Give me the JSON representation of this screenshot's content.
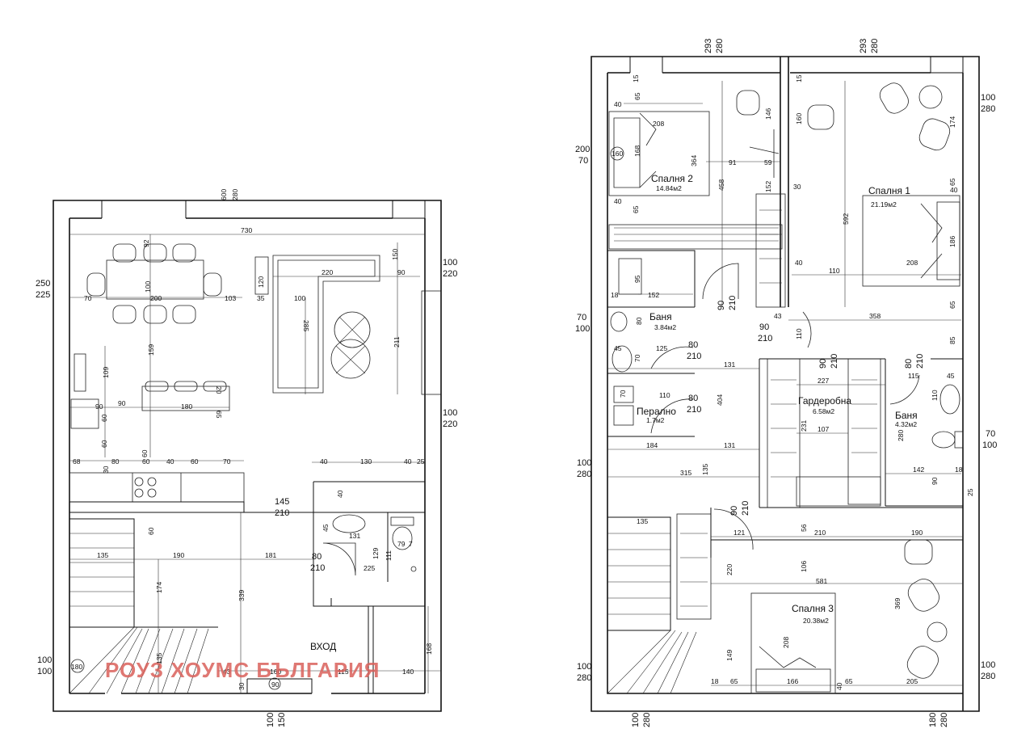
{
  "watermark": "РОУЗ ХОУМС БЪЛГАРИЯ",
  "left_plan": {
    "entrance_label": "ВХОД",
    "window_labels": [
      {
        "id": "top",
        "a": "600",
        "b": "280"
      },
      {
        "id": "left-top",
        "a": "250",
        "b": "225"
      },
      {
        "id": "right-1",
        "a": "100",
        "b": "220"
      },
      {
        "id": "right-2",
        "a": "100",
        "b": "220"
      },
      {
        "id": "left-bottom",
        "a": "100",
        "b": "100"
      },
      {
        "id": "bottom",
        "a": "100",
        "b": "150"
      },
      {
        "id": "door-145",
        "a": "145",
        "b": "210"
      },
      {
        "id": "door-80",
        "a": "80",
        "b": "210"
      }
    ],
    "dims": [
      "730",
      "92",
      "150",
      "220",
      "90",
      "100",
      "200",
      "103",
      "70",
      "120",
      "35",
      "100",
      "285",
      "211",
      "159",
      "109",
      "60",
      "90",
      "180",
      "65",
      "20",
      "60",
      "60",
      "68",
      "80",
      "60",
      "40",
      "60",
      "70",
      "30",
      "40",
      "130",
      "40",
      "25",
      "40",
      "45",
      "131",
      "60",
      "79",
      "7",
      "129",
      "111",
      "225",
      "135",
      "190",
      "181",
      "174",
      "339",
      "30",
      "135",
      "43",
      "160",
      "90",
      "115",
      "140",
      "168",
      "180",
      "90"
    ]
  },
  "right_plan": {
    "rooms": [
      {
        "id": "bedroom2",
        "name": "Спалня 2",
        "area": "14.84м2"
      },
      {
        "id": "bedroom1",
        "name": "Спалня 1",
        "area": "21.19м2"
      },
      {
        "id": "bath1",
        "name": "Баня",
        "area": "3.84м2"
      },
      {
        "id": "laundry",
        "name": "Перално",
        "area": "1.7м2"
      },
      {
        "id": "wardrobe",
        "name": "Гардеробна",
        "area": "6.58м2"
      },
      {
        "id": "bath2",
        "name": "Баня",
        "area": "4.32м2"
      },
      {
        "id": "bedroom3",
        "name": "Спалня 3",
        "area": "20.38м2"
      }
    ],
    "window_labels": [
      {
        "id": "top-1",
        "a": "293",
        "b": "280"
      },
      {
        "id": "top-2",
        "a": "293",
        "b": "280"
      },
      {
        "id": "right-1",
        "a": "100",
        "b": "280"
      },
      {
        "id": "left-1",
        "a": "200",
        "b": "70"
      },
      {
        "id": "left-2",
        "a": "70",
        "b": "100"
      },
      {
        "id": "right-2",
        "a": "70",
        "b": "100"
      },
      {
        "id": "left-3",
        "a": "100",
        "b": "280"
      },
      {
        "id": "left-4",
        "a": "100",
        "b": "280"
      },
      {
        "id": "right-3",
        "a": "100",
        "b": "280"
      },
      {
        "id": "bottom-1",
        "a": "100",
        "b": "280"
      },
      {
        "id": "bottom-2",
        "a": "180",
        "b": "280"
      }
    ],
    "door_labels": [
      {
        "id": "d1",
        "a": "90",
        "b": "210"
      },
      {
        "id": "d2",
        "a": "90",
        "b": "210"
      },
      {
        "id": "d3",
        "a": "80",
        "b": "210"
      },
      {
        "id": "d4",
        "a": "90",
        "b": "210"
      },
      {
        "id": "d5",
        "a": "80",
        "b": "210"
      },
      {
        "id": "d6",
        "a": "80",
        "b": "210"
      },
      {
        "id": "d7",
        "a": "90",
        "b": "210"
      }
    ],
    "dims": [
      "15",
      "40",
      "65",
      "208",
      "168",
      "160",
      "364",
      "458",
      "91",
      "59",
      "146",
      "152",
      "40",
      "65",
      "15",
      "160",
      "174",
      "30",
      "592",
      "65",
      "40",
      "186",
      "208",
      "40",
      "110",
      "152",
      "95",
      "18",
      "80",
      "358",
      "43",
      "110",
      "65",
      "85",
      "45",
      "70",
      "125",
      "131",
      "227",
      "115",
      "45",
      "110",
      "70",
      "110",
      "404",
      "231",
      "107",
      "280",
      "184",
      "131",
      "315",
      "142",
      "18",
      "90",
      "135",
      "25",
      "135",
      "56",
      "121",
      "210",
      "190",
      "106",
      "220",
      "581",
      "369",
      "149",
      "208",
      "18",
      "65",
      "166",
      "40",
      "65",
      "205"
    ]
  }
}
